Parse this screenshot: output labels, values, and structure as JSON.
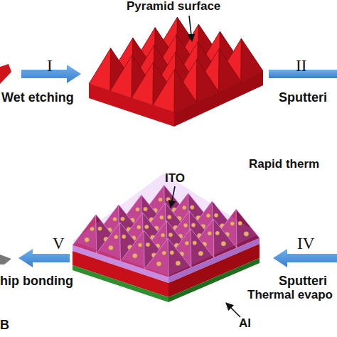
{
  "diagram": {
    "labels": [
      "Pyramid surface",
      "I",
      "Wet etching",
      "II",
      "Sputteri",
      "Rapid therm",
      "ITO",
      "V",
      "hip bonding",
      "B",
      "IV",
      "Sputteri",
      "Thermal evapo",
      "Al"
    ]
  }
}
